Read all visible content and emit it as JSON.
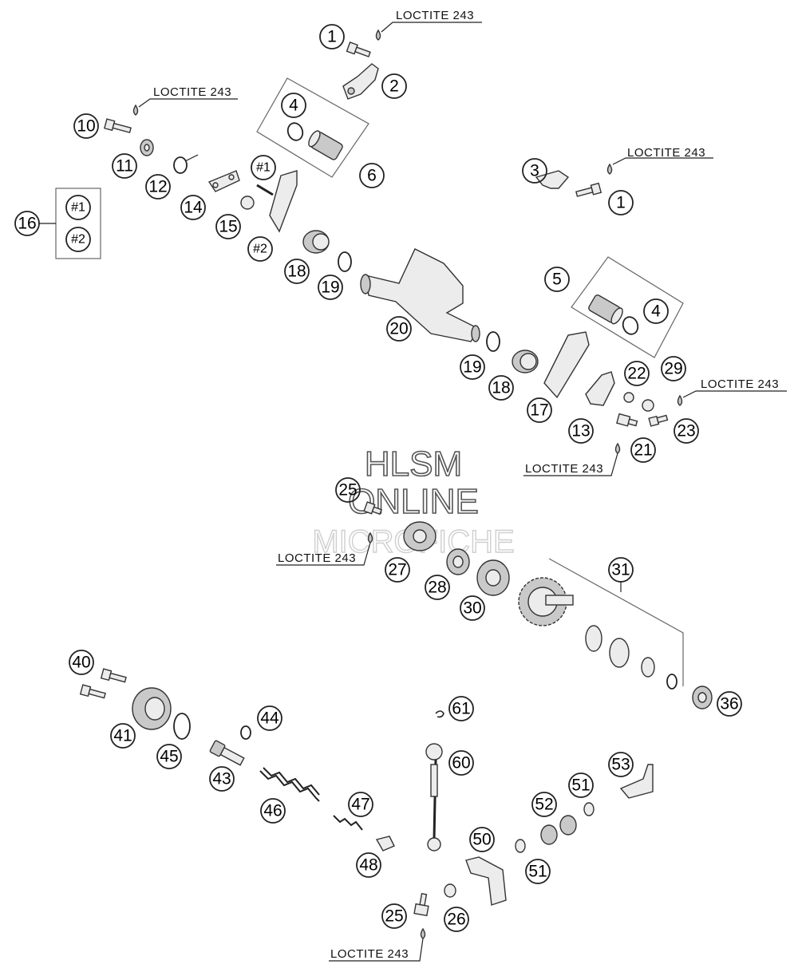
{
  "diagram": {
    "loctite_label": "LOCTITE 243",
    "watermark": [
      "HLSM",
      "ONLINE",
      "MICROFICHE"
    ],
    "callouts": {
      "c1": "1",
      "c2": "2",
      "c3": "3",
      "c4": "4",
      "c5": "5",
      "c6": "6",
      "c10": "10",
      "c11": "11",
      "c12": "12",
      "c13": "13",
      "c14": "14",
      "c15": "15",
      "c16": "16",
      "c17": "17",
      "c18": "18",
      "c19": "19",
      "c20": "20",
      "c21": "21",
      "c22": "22",
      "c23": "23",
      "c25": "25",
      "c26": "26",
      "c27": "27",
      "c28": "28",
      "c29": "29",
      "c30": "30",
      "c31": "31",
      "c36": "36",
      "c40": "40",
      "c41": "41",
      "c43": "43",
      "c44": "44",
      "c45": "45",
      "c46": "46",
      "c47": "47",
      "c48": "48",
      "c50": "50",
      "c51": "51",
      "c52": "52",
      "c53": "53",
      "c60": "60",
      "c61": "61",
      "h1": "#1",
      "h2": "#2"
    }
  }
}
